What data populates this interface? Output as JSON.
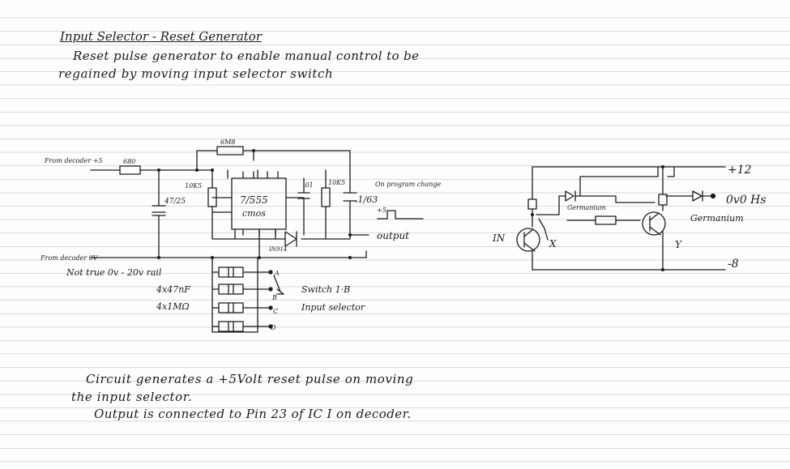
{
  "page": {
    "title": "Input Selector - Reset Generator",
    "description_line1": "Reset pulse generator to enable manual control to be",
    "description_line2": "regained by moving input selector switch",
    "footer_line1": "Circuit generates a +5Volt reset pulse on moving",
    "footer_line2": "the input selector.",
    "footer_line3": "Output is connected to Pin 23 of IC I on decoder."
  },
  "schematic_left": {
    "from_decoder_plus5": "From decoder +5",
    "from_decoder_0v": "From decoder 0V",
    "rail_note": "Not true 0v - 20v rail",
    "r_input": "680",
    "r_top": "6M8",
    "r_left": "10K5",
    "r_right": "10K5",
    "c_electrolytic": "47/25",
    "c_small": ".01",
    "c_output": ".1/63",
    "ic_label_line1": "7/555",
    "ic_label_line2": "cmos",
    "diode": "IN914",
    "caption_program_change": "On program change",
    "pulse_label": "+5",
    "output_label": "output",
    "cap_bank_value1": "4x47nF",
    "cap_bank_value2": "4x1MΩ",
    "switch_label": "Switch 1·B",
    "switch_desc": "Input selector",
    "switch_positions": [
      "A",
      "B",
      "C",
      "D"
    ]
  },
  "schematic_right": {
    "plus12": "+12",
    "minus8": "-8",
    "output": "0v0 Hs",
    "germanium_1": "Germanium",
    "germanium_2": "Germanium",
    "input": "IN",
    "node_x": "X",
    "node_y": "Y"
  },
  "colors": {
    "ink": "#1c1c1c",
    "rule_lines": "#d4dce6",
    "paper": "#fdfdfd"
  }
}
